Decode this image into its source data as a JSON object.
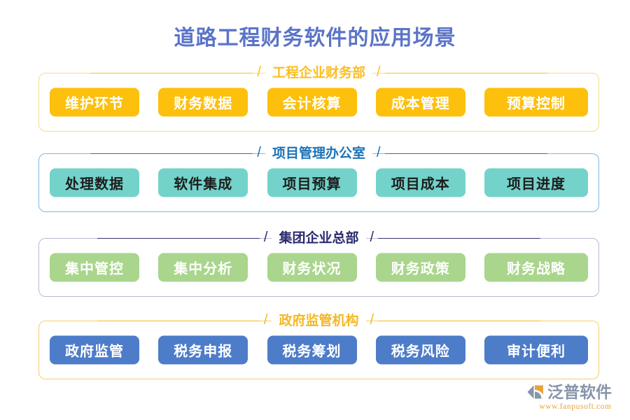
{
  "title": "道路工程财务软件的应用场景",
  "colors": {
    "title": "#5b74c8",
    "section1_accent": "#fbbe1e",
    "section1_chip": "#fcc00d",
    "section2_accent": "#1a73b8",
    "section2_chip": "#73d3ca",
    "section3_accent": "#2a2a6e",
    "section3_chip": "#a9d58c",
    "section4_accent": "#f5b824",
    "section4_chip": "#4d7cc9",
    "background": "#ffffff"
  },
  "sections": [
    {
      "id": "engineering-finance-dept",
      "title": "工程企业财务部",
      "slash_left": "/",
      "slash_right": "/",
      "items": [
        "维护环节",
        "财务数据",
        "会计核算",
        "成本管理",
        "预算控制"
      ]
    },
    {
      "id": "project-management-office",
      "title": "项目管理办公室",
      "slash_left": "/",
      "slash_right": "/",
      "items": [
        "处理数据",
        "软件集成",
        "项目预算",
        "项目成本",
        "项目进度"
      ]
    },
    {
      "id": "group-enterprise-hq",
      "title": "集团企业总部",
      "slash_left": "/",
      "slash_right": "/",
      "items": [
        "集中管控",
        "集中分析",
        "财务状况",
        "财务政策",
        "财务战略"
      ]
    },
    {
      "id": "government-regulator",
      "title": "政府监管机构",
      "slash_left": "/",
      "slash_right": "/",
      "items": [
        "政府监管",
        "税务申报",
        "税务筹划",
        "税务风险",
        "审计便利"
      ]
    }
  ],
  "logo": {
    "name": "泛普软件",
    "url": "www.fanpusoft.com",
    "mark": "fanpu-logo-icon"
  }
}
